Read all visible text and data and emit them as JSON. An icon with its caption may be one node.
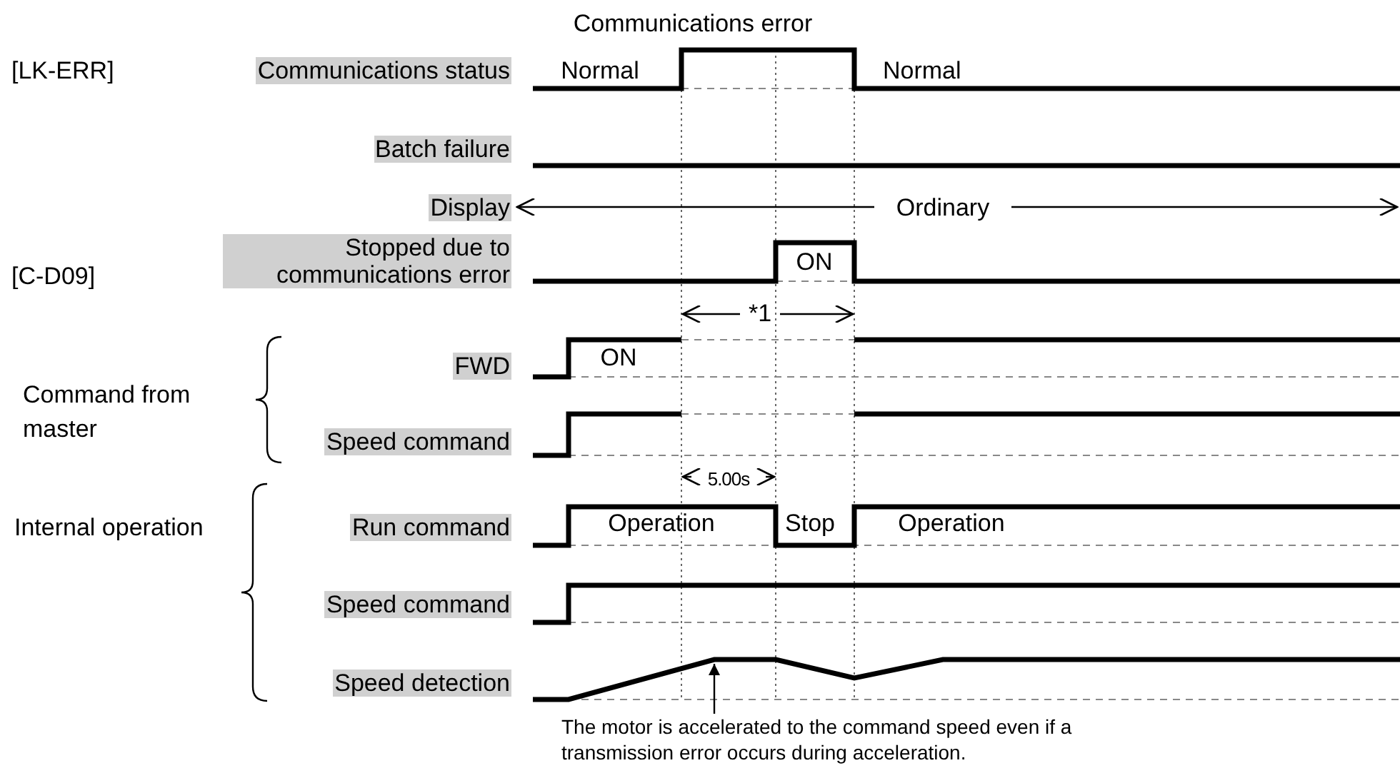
{
  "diagram": {
    "nodes": [
      {
        "text": [
          "The motor is accelerated to the command speed even if a transmission error occurs during acceleration."
        ]
      },
      {
        "text": [],
        "shape": "line"
      }
    ],
    "edges": [
      {
        "from": 0,
        "to": 1,
        "arrow": "to"
      }
    ],
    "labels": [
      "Communications error",
      "[LK-ERR]",
      "Communications status",
      "Normal",
      "Normal",
      "Batch failure",
      "Display",
      "Ordinary",
      "[C-D09]",
      "Stopped due to communications error",
      "ON",
      "*1",
      "Command from master",
      "FWD",
      "ON",
      "Speed command",
      "5.00s",
      "Internal operation",
      "Run command",
      "Operation",
      "Stop",
      "Operation",
      "Speed command",
      "Speed detection"
    ]
  }
}
